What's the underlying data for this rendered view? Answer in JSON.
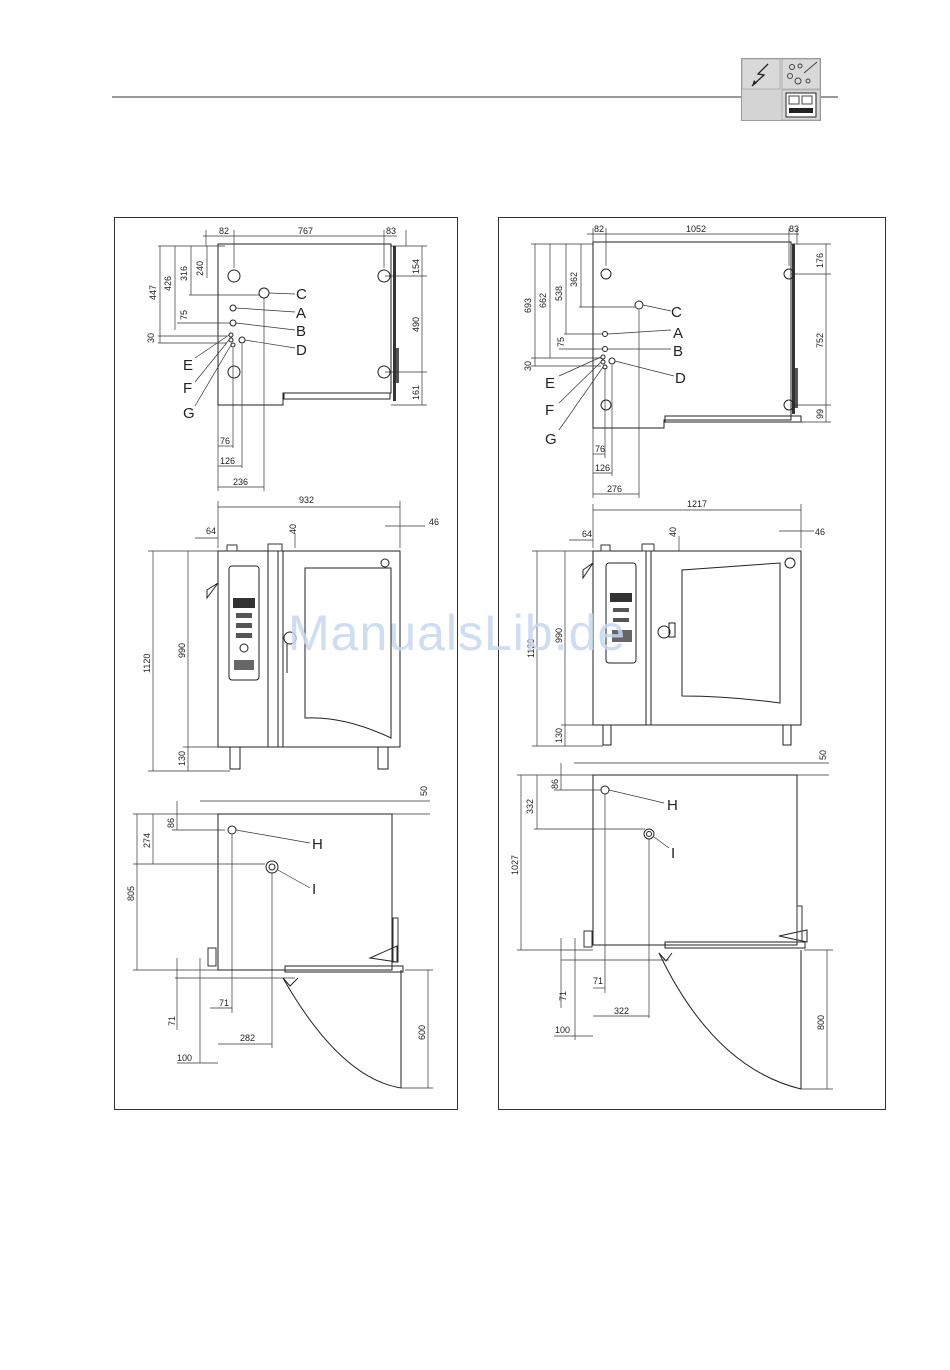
{
  "header_icons": [
    "electrical-icon",
    "water-icon",
    "installation-icon"
  ],
  "watermark": "ManualsLib.de",
  "left": {
    "top_dims": {
      "d82": "82",
      "d767": "767",
      "d83": "83",
      "d447": "447",
      "d426": "426",
      "d316": "316",
      "d240": "240",
      "d154": "154",
      "d490": "490",
      "d161": "161",
      "d75": "75",
      "d30": "30",
      "d76": "76",
      "d126": "126",
      "d236": "236"
    },
    "connectors": {
      "A": "A",
      "B": "B",
      "C": "C",
      "D": "D",
      "E": "E",
      "F": "F",
      "G": "G"
    },
    "mid_dims": {
      "d932": "932",
      "d64": "64",
      "d40": "40",
      "d46": "46",
      "d1120": "1120",
      "d990": "990",
      "d130": "130"
    },
    "bottom_dims": {
      "d50": "50",
      "d86": "86",
      "d274": "274",
      "d805": "805",
      "d71": "71",
      "d282": "282",
      "d100": "100",
      "d600": "600"
    },
    "connectors_bottom": {
      "H": "H",
      "I": "I"
    }
  },
  "right": {
    "top_dims": {
      "d82": "82",
      "d1052": "1052",
      "d83": "83",
      "d693": "693",
      "d662": "662",
      "d538": "538",
      "d362": "362",
      "d176": "176",
      "d752": "752",
      "d99": "99",
      "d75": "75",
      "d30": "30",
      "d76": "76",
      "d126": "126",
      "d276": "276"
    },
    "connectors": {
      "A": "A",
      "B": "B",
      "C": "C",
      "D": "D",
      "E": "E",
      "F": "F",
      "G": "G"
    },
    "mid_dims": {
      "d1217": "1217",
      "d64": "64",
      "d40": "40",
      "d46": "46",
      "d1120": "1120",
      "d990": "990",
      "d130": "130"
    },
    "bottom_dims": {
      "d50": "50",
      "d86": "86",
      "d332": "332",
      "d1027": "1027",
      "d71": "71",
      "d322": "322",
      "d100": "100",
      "d800": "800"
    },
    "connectors_bottom": {
      "H": "H",
      "I": "I"
    }
  }
}
